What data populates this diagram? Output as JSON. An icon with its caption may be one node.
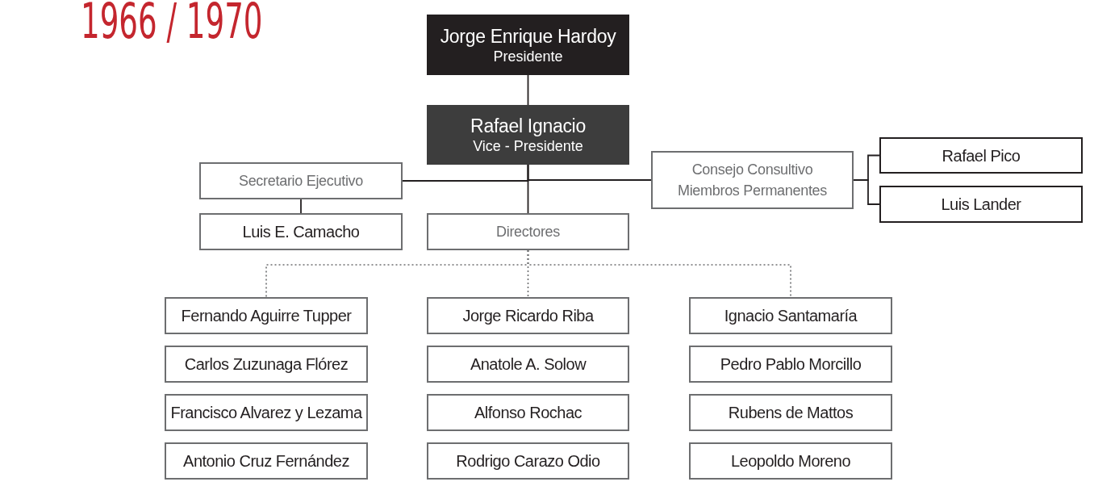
{
  "diagram": {
    "title": "1966 / 1970",
    "nodes": [
      {
        "text": [
          "Jorge Enrique Hardoy",
          "Presidente"
        ]
      },
      {
        "text": [
          "Rafael Ignacio",
          "Vice - Presidente"
        ]
      },
      {
        "text": [
          "Secretario Ejecutivo"
        ]
      },
      {
        "text": [
          "Consejo Consultivo",
          "Miembros Permanentes"
        ]
      },
      {
        "text": [
          "Rafael Pico"
        ]
      },
      {
        "text": [
          "Luis Lander"
        ]
      },
      {
        "text": [
          "Luis E. Camacho"
        ]
      },
      {
        "text": [
          "Directores"
        ]
      },
      {
        "text": [
          "Fernando Aguirre Tupper"
        ]
      },
      {
        "text": [
          "Jorge Ricardo Riba"
        ]
      },
      {
        "text": [
          "Ignacio Santamaría"
        ]
      },
      {
        "text": [
          "Carlos Zuzunaga Flórez"
        ]
      },
      {
        "text": [
          "Anatole A. Solow"
        ]
      },
      {
        "text": [
          "Pedro Pablo Morcillo"
        ]
      },
      {
        "text": [
          "Francisco Alvarez y Lezama"
        ]
      },
      {
        "text": [
          "Alfonso Rochac"
        ]
      },
      {
        "text": [
          "Rubens de Mattos"
        ]
      },
      {
        "text": [
          "Antonio Cruz Fernández"
        ]
      },
      {
        "text": [
          "Rodrigo Carazo Odio"
        ]
      },
      {
        "text": [
          "Leopoldo Moreno"
        ]
      }
    ],
    "edges": [
      {
        "from": 0,
        "to": 1,
        "arrow": "none"
      },
      {
        "from": 1,
        "to": 2,
        "arrow": "none"
      },
      {
        "from": 1,
        "to": 3,
        "arrow": "none"
      },
      {
        "from": 1,
        "to": 7,
        "arrow": "none"
      },
      {
        "from": 2,
        "to": 6,
        "arrow": "none"
      },
      {
        "from": 3,
        "to": 4,
        "arrow": "none"
      },
      {
        "from": 3,
        "to": 5,
        "arrow": "none"
      },
      {
        "from": 7,
        "to": 8,
        "arrow": "none",
        "style": "dashed",
        "color": "#6d6e70"
      },
      {
        "from": 7,
        "to": 9,
        "arrow": "none",
        "style": "dashed",
        "color": "#6d6e70"
      },
      {
        "from": 7,
        "to": 10,
        "arrow": "none",
        "style": "dashed",
        "color": "#6d6e70"
      }
    ]
  }
}
